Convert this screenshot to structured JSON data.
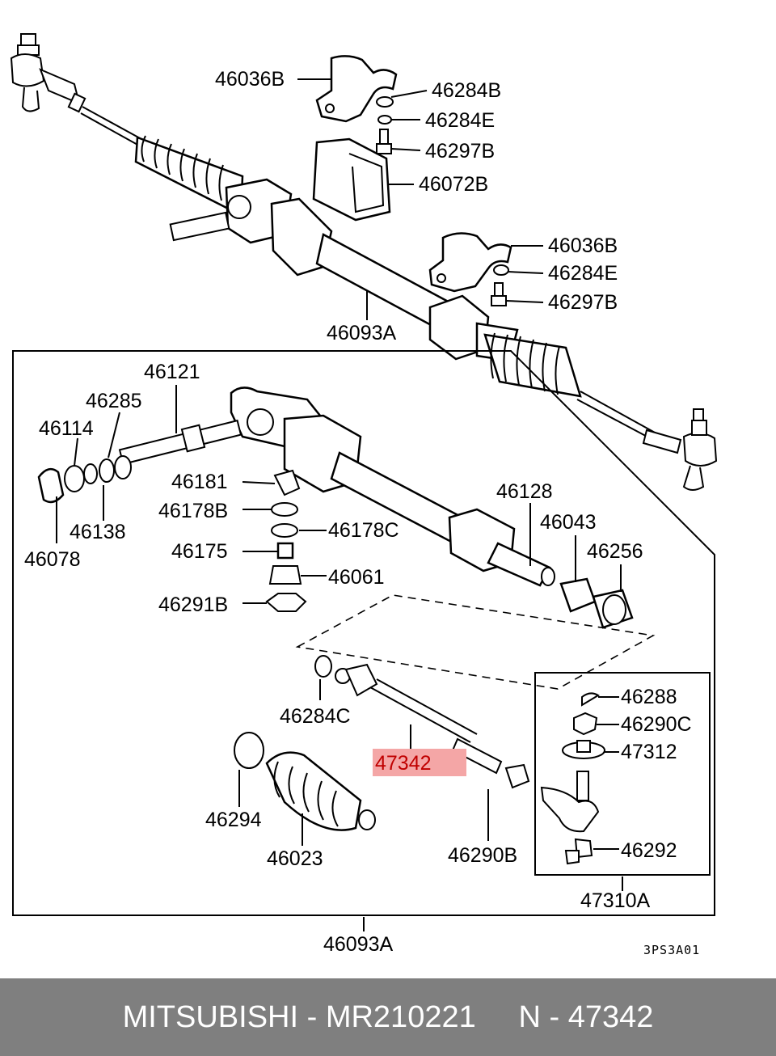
{
  "diagram": {
    "diagram_code": "3PS3A01",
    "highlight_color": "#f4a6a6",
    "labels": {
      "p46036B_top": "46036B",
      "p46284B": "46284B",
      "p46284E_top": "46284E",
      "p46297B_top": "46297B",
      "p46072B": "46072B",
      "p46036B_right": "46036B",
      "p46284E_right": "46284E",
      "p46297B_right": "46297B",
      "p46093A_top": "46093A",
      "p46121": "46121",
      "p46285": "46285",
      "p46114": "46114",
      "p46181": "46181",
      "p46178B": "46178B",
      "p46178C": "46178C",
      "p46175": "46175",
      "p46061": "46061",
      "p46291B": "46291B",
      "p46138": "46138",
      "p46078": "46078",
      "p46128": "46128",
      "p46043": "46043",
      "p46256": "46256",
      "p46288": "46288",
      "p46290C": "46290C",
      "p47312": "47312",
      "p46284C": "46284C",
      "p47342": "47342",
      "p46294": "46294",
      "p46023": "46023",
      "p46290B": "46290B",
      "p46292": "46292",
      "p47310A": "47310A",
      "p46093A_bottom": "46093A"
    }
  },
  "footer": {
    "text": "MITSUBISHI - MR210221     N - 47342"
  }
}
